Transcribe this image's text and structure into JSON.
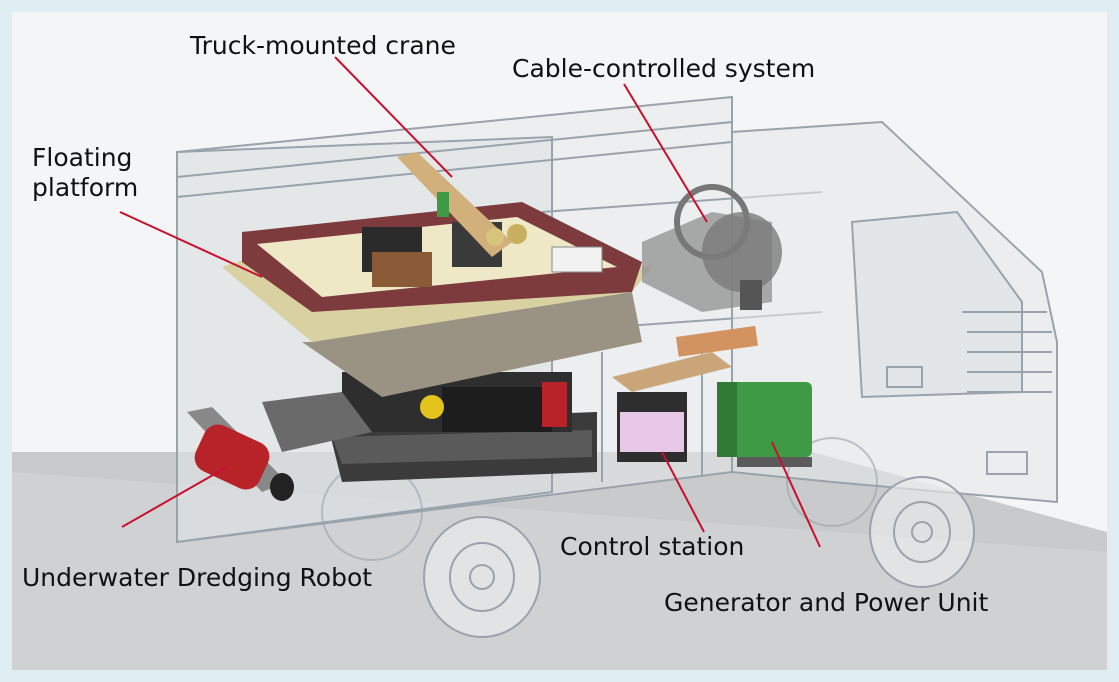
{
  "labels": {
    "truck_mounted_crane": "Truck-mounted crane",
    "cable_controlled_system": "Cable-controlled system",
    "floating_platform_line1": "Floating",
    "floating_platform_line2": "platform",
    "control_station": "Control station",
    "underwater_dredging_robot": "Underwater Dredging Robot",
    "generator_and_power_unit": "Generator and Power Unit"
  },
  "colors": {
    "background": "#dfeef3",
    "leader_line": "#c8102e",
    "platform_tan": "#d9d1a2",
    "platform_rim": "#7d3b3e",
    "robot_red": "#b8232a",
    "generator_green": "#3f9a45",
    "control_pink": "#e7c8e6",
    "crane_arm": "#d2b07c",
    "truck_outline": "#9aa3ab"
  },
  "icons": [
    "truck-icon",
    "wheel-icon",
    "winch-icon",
    "crawler-track-icon"
  ]
}
